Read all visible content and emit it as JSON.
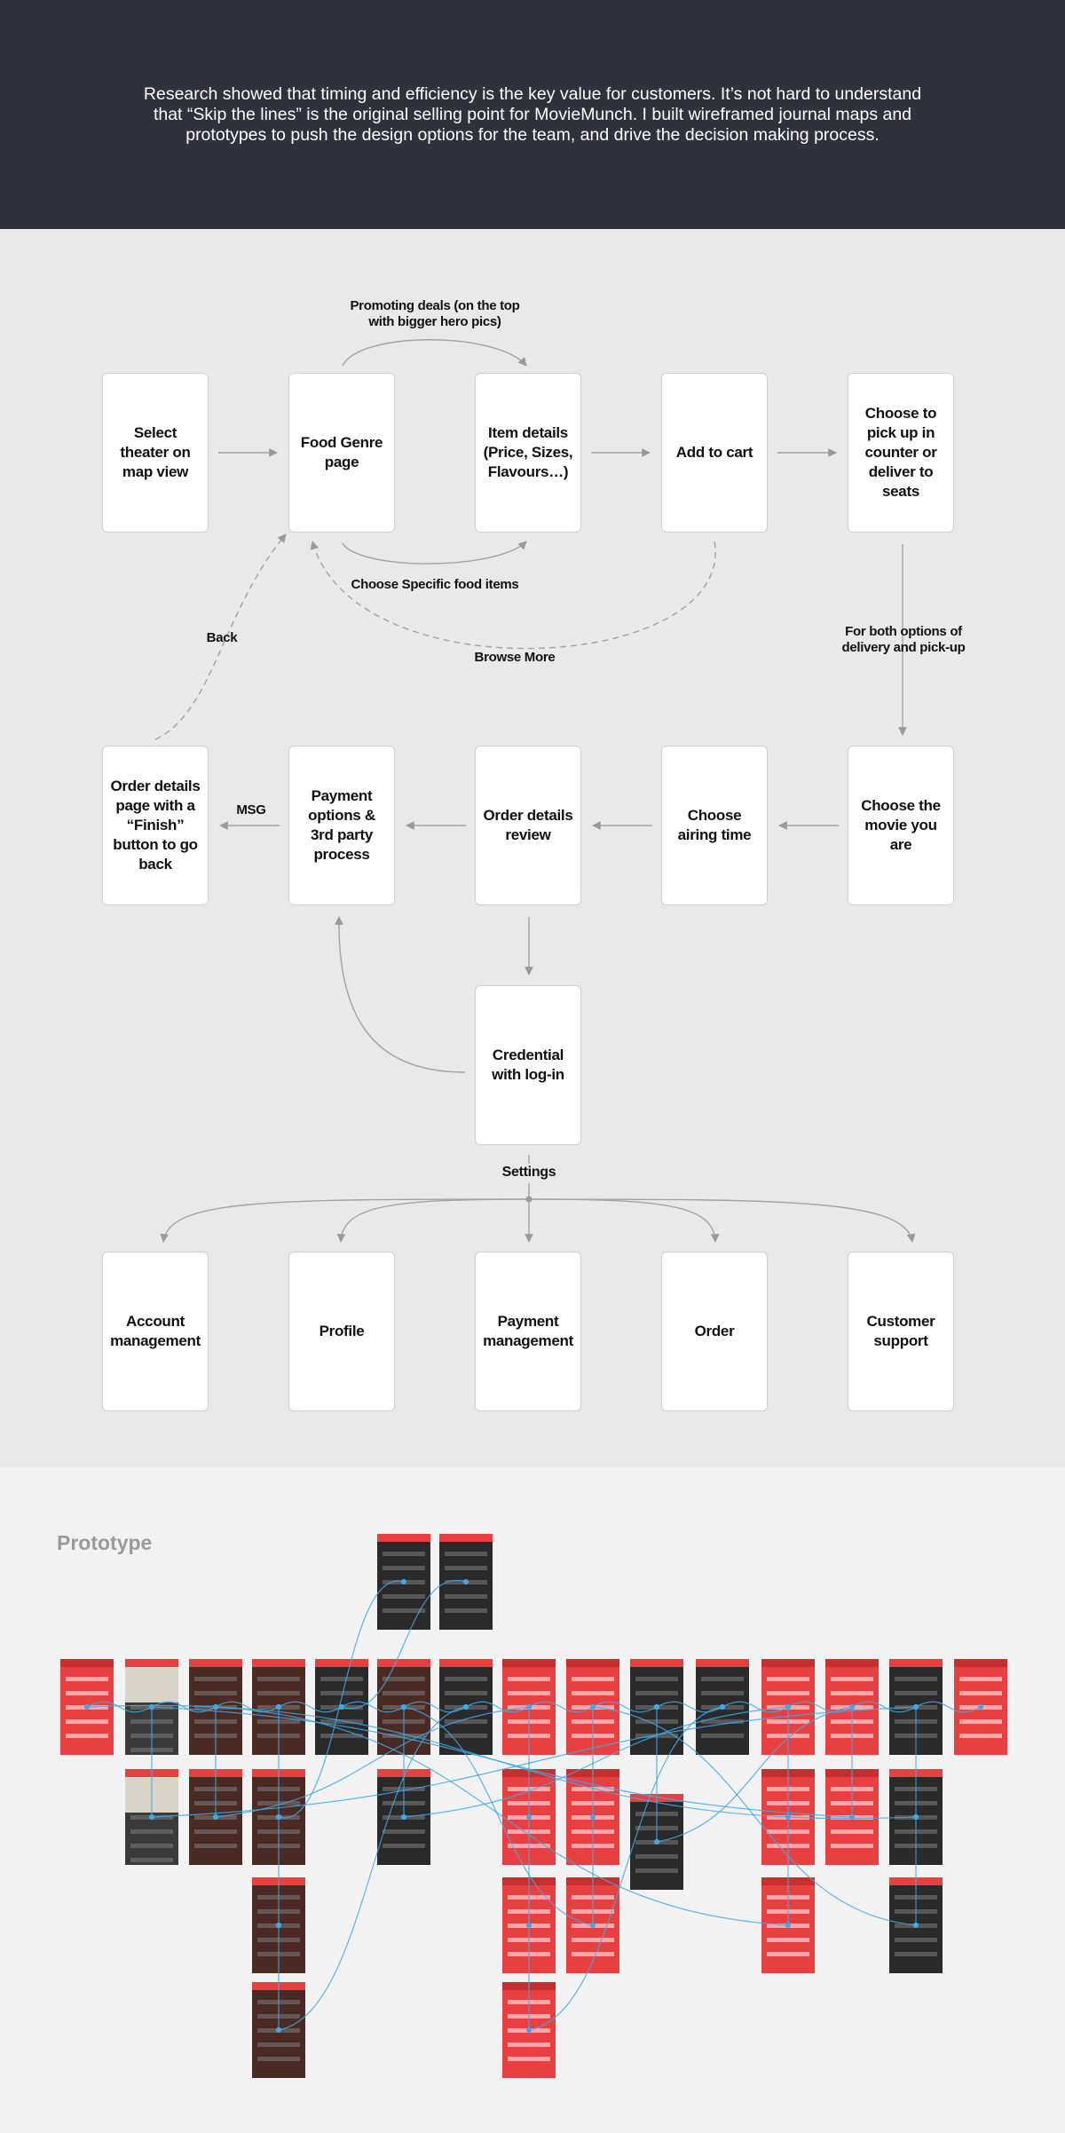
{
  "intro": {
    "text": "Research showed that timing and efficiency is the key value for customers. It’s not hard to understand that “Skip the lines” is the original selling point for MovieMunch. I built wireframed journal maps and prototypes to push the design options for the team, and drive the decision making process."
  },
  "flow": {
    "boxes": [
      "Select theater on map view",
      "Food Genre page",
      "Item details (Price, Sizes, Flavours…)",
      "Add to cart",
      "Choose to pick up in counter or deliver to seats",
      "Order details page with a “Finish” button to go back",
      "Payment options & 3rd party process",
      "Order details review",
      "Choose airing time",
      "Choose the movie you are",
      "Credential with log-in",
      "Account management",
      "Profile",
      "Payment management",
      "Order",
      "Customer support"
    ],
    "labels": {
      "promoting": "Promoting deals (on the top with bigger hero pics)",
      "choose_specific": "Choose Specific food items",
      "back": "Back",
      "browse_more": "Browse More",
      "both_options": "For both options of delivery and pick-up",
      "msg": "MSG",
      "settings": "Settings"
    }
  },
  "prototype": {
    "title": "Prototype",
    "accent_color": "#e84040",
    "dark_color": "#2a2a2a",
    "link_color": "#3fa9e8"
  }
}
